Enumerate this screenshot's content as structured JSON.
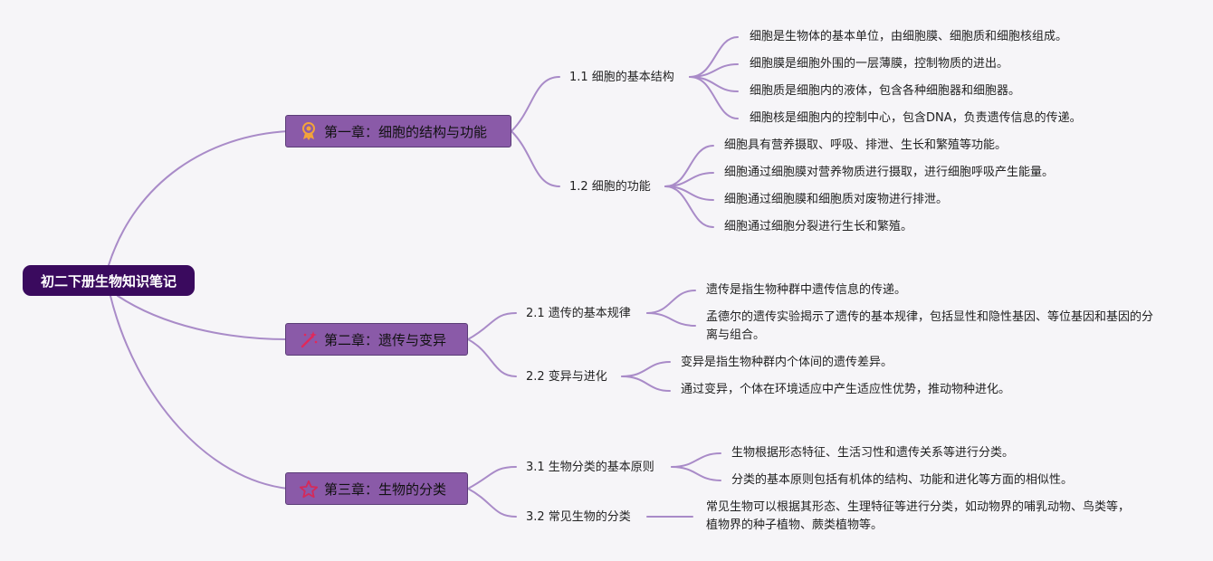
{
  "root": {
    "label": "初二下册生物知识笔记"
  },
  "chapters": [
    {
      "label": "第一章：细胞的结构与功能",
      "icon": "award-ribbon-icon",
      "sections": [
        {
          "label": "1.1 细胞的基本结构",
          "points": [
            "细胞是生物体的基本单位，由细胞膜、细胞质和细胞核组成。",
            "细胞膜是细胞外围的一层薄膜，控制物质的进出。",
            "细胞质是细胞内的液体，包含各种细胞器和细胞器。",
            "细胞核是细胞内的控制中心，包含DNA，负责遗传信息的传递。"
          ]
        },
        {
          "label": "1.2 细胞的功能",
          "points": [
            "细胞具有营养摄取、呼吸、排泄、生长和繁殖等功能。",
            "细胞通过细胞膜对营养物质进行摄取，进行细胞呼吸产生能量。",
            "细胞通过细胞膜和细胞质对废物进行排泄。",
            "细胞通过细胞分裂进行生长和繁殖。"
          ]
        }
      ]
    },
    {
      "label": "第二章：遗传与变异",
      "icon": "magic-wand-icon",
      "sections": [
        {
          "label": "2.1 遗传的基本规律",
          "points": [
            "遗传是指生物种群中遗传信息的传递。",
            "孟德尔的遗传实验揭示了遗传的基本规律，包括显性和隐性基因、等位基因和基因的分离与组合。"
          ]
        },
        {
          "label": "2.2 变异与进化",
          "points": [
            "变异是指生物种群内个体间的遗传差异。",
            "通过变异，个体在环境适应中产生适应性优势，推动物种进化。"
          ]
        }
      ]
    },
    {
      "label": "第三章：生物的分类",
      "icon": "star-icon",
      "sections": [
        {
          "label": "3.1 生物分类的基本原则",
          "points": [
            "生物根据形态特征、生活习性和遗传关系等进行分类。",
            "分类的基本原则包括有机体的结构、功能和进化等方面的相似性。"
          ]
        },
        {
          "label": "3.2 常见生物的分类",
          "points": [
            "常见生物可以根据其形态、生理特征等进行分类，如动物界的哺乳动物、鸟类等，植物界的种子植物、蕨类植物等。"
          ]
        }
      ]
    }
  ],
  "colors": {
    "root_bg": "#3a0a5e",
    "chapter_bg": "#8a5aa8",
    "line": "#a98bc8",
    "background": "#f6f5f8"
  }
}
